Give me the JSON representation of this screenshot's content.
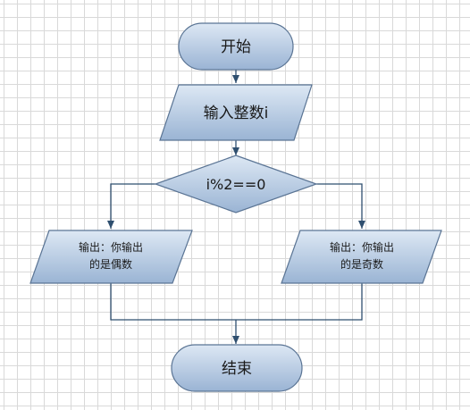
{
  "flowchart": {
    "start": {
      "label": "开始"
    },
    "input": {
      "label": "输入整数i"
    },
    "decision": {
      "label": "i%2==0"
    },
    "output_even": {
      "line1": "输出：你输出",
      "line2": "的是偶数"
    },
    "output_odd": {
      "line1": "输出：你输出",
      "line2": "的是奇数"
    },
    "end": {
      "label": "结束"
    }
  },
  "colors": {
    "shape_fill_top": "#dbe6f3",
    "shape_fill_bottom": "#9bb6d6",
    "shape_stroke": "#5a7494",
    "connector": "#2f4f6f"
  }
}
